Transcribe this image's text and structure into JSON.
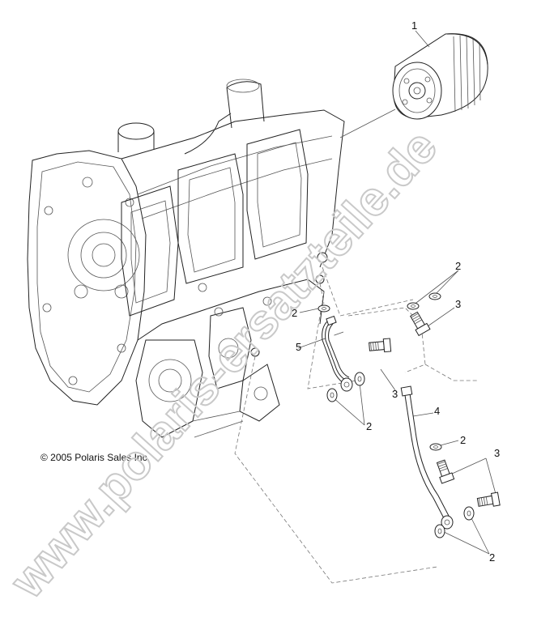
{
  "watermark": "www.polaris-ersatzteile.de",
  "copyright": "© 2005 Polaris Sales Inc.",
  "callouts": [
    {
      "id": "c1",
      "label": "1"
    },
    {
      "id": "c2a",
      "label": "2"
    },
    {
      "id": "c3a",
      "label": "3"
    },
    {
      "id": "c2b",
      "label": "2"
    },
    {
      "id": "c5",
      "label": "5"
    },
    {
      "id": "c3b",
      "label": "3"
    },
    {
      "id": "c4",
      "label": "4"
    },
    {
      "id": "c2c",
      "label": "2"
    },
    {
      "id": "c2d",
      "label": "2"
    },
    {
      "id": "c3c",
      "label": "3"
    },
    {
      "id": "c2e",
      "label": "2"
    }
  ],
  "parts": [
    {
      "number": "1",
      "icon": "oil-filter-icon"
    },
    {
      "number": "2",
      "icon": "sealing-washer-icon"
    },
    {
      "number": "3",
      "icon": "banjo-bolt-icon"
    },
    {
      "number": "4",
      "icon": "oil-line-icon"
    },
    {
      "number": "5",
      "icon": "oil-line-icon"
    }
  ]
}
